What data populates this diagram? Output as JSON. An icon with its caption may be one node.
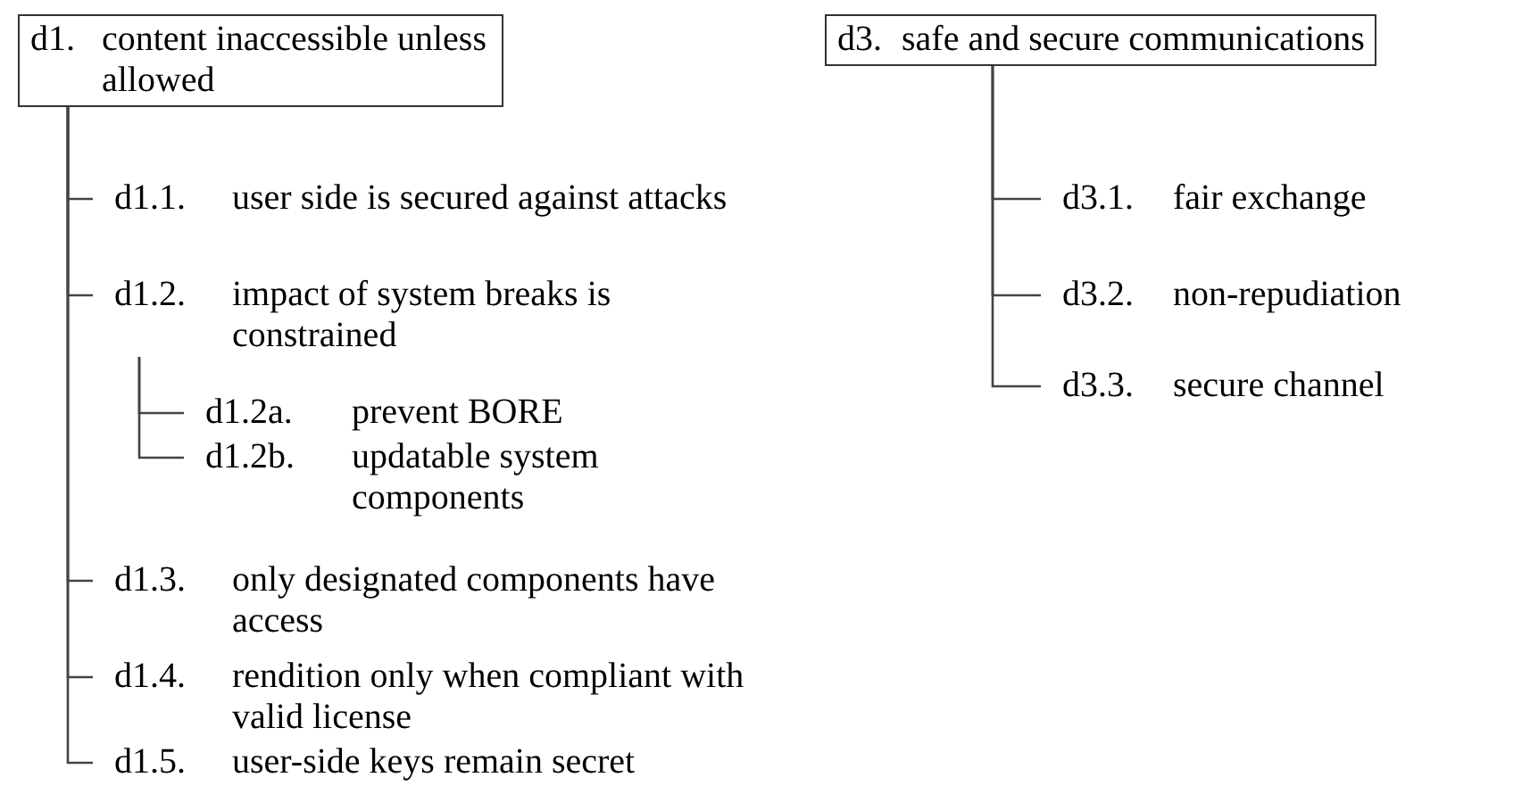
{
  "diagram": {
    "nodes": [
      {
        "text": [
          "d1.",
          "content inaccessible unless allowed"
        ]
      },
      {
        "text": [
          "d1.1.",
          "user side is secured against attacks"
        ]
      },
      {
        "text": [
          "d1.2.",
          "impact of system breaks is constrained"
        ]
      },
      {
        "text": [
          "d1.2a.",
          "prevent BORE"
        ]
      },
      {
        "text": [
          "d1.2b.",
          "updatable system components"
        ]
      },
      {
        "text": [
          "d1.3.",
          "only designated components have access"
        ]
      },
      {
        "text": [
          "d1.4.",
          "rendition only when compliant with valid license"
        ]
      },
      {
        "text": [
          "d1.5.",
          "user-side keys remain secret"
        ]
      },
      {
        "text": [
          "d3.",
          "safe and secure communications"
        ]
      },
      {
        "text": [
          "d3.1.",
          "fair exchange"
        ]
      },
      {
        "text": [
          "d3.2.",
          "non-repudiation"
        ]
      },
      {
        "text": [
          "d3.3.",
          "secure channel"
        ]
      }
    ],
    "edges": [
      {
        "from": 0,
        "to": 1,
        "arrow": "none"
      },
      {
        "from": 0,
        "to": 2,
        "arrow": "none"
      },
      {
        "from": 2,
        "to": 3,
        "arrow": "none"
      },
      {
        "from": 2,
        "to": 4,
        "arrow": "none"
      },
      {
        "from": 0,
        "to": 5,
        "arrow": "none"
      },
      {
        "from": 0,
        "to": 6,
        "arrow": "none"
      },
      {
        "from": 0,
        "to": 7,
        "arrow": "none"
      },
      {
        "from": 8,
        "to": 9,
        "arrow": "none"
      },
      {
        "from": 8,
        "to": 10,
        "arrow": "none"
      },
      {
        "from": 8,
        "to": 11,
        "arrow": "none"
      }
    ]
  }
}
